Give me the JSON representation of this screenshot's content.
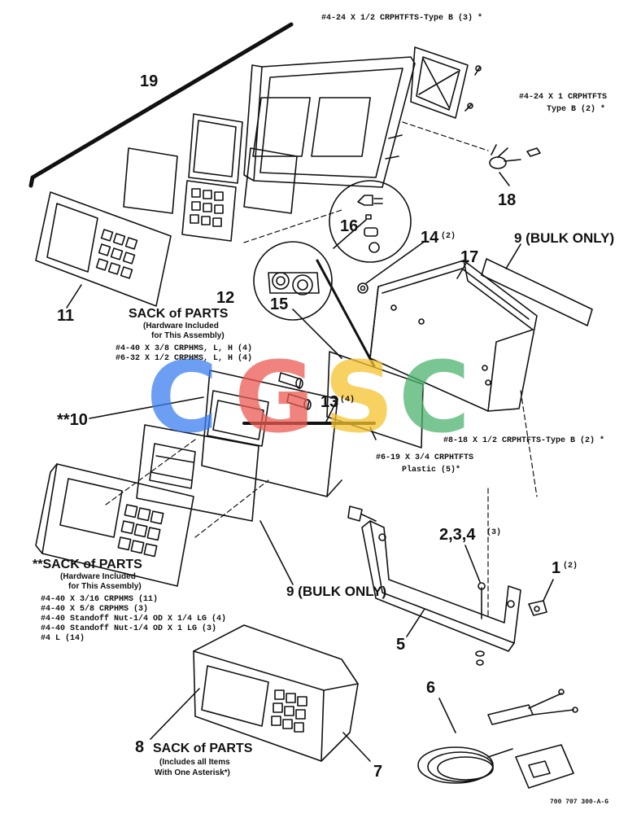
{
  "watermark": {
    "letters": [
      {
        "char": "C",
        "color": "#3b7ff0"
      },
      {
        "char": "G",
        "color": "#ec5a52"
      },
      {
        "char": "S",
        "color": "#f5c430"
      },
      {
        "char": "C",
        "color": "#4db36e"
      }
    ]
  },
  "labels": {
    "top_screw": "#4-24 X 1/2 CRPHTFTS-Type B (3) *",
    "right_screw_line1": "#4-24 X 1 CRPHTFTS",
    "right_screw_line2": "Type B (2) *",
    "p19": "19",
    "p18": "18",
    "p16": "16",
    "p15": "15",
    "p14": "14",
    "p14_qty": "(2)",
    "p9_top": "9 (BULK ONLY)",
    "p17": "17",
    "p12": "12",
    "p11": "11",
    "p13": "13",
    "p13_qty": "(4)",
    "p10": "**10",
    "screw_8_18": "#8-18 X 1/2 CRPHTFTS-Type B (2) *",
    "screw_6_19_line1": "#6-19 X 3/4 CRPHTFTS",
    "screw_6_19_line2": "Plastic (5)*",
    "p234": "2,3,4",
    "p234_qty": "(3)",
    "p1": "1",
    "p1_qty": "(2)",
    "p9_bottom": "9 (BULK ONLY)",
    "p5": "5",
    "p6": "6",
    "p7": "7",
    "p8": "8",
    "drawing_number": "700 707 300-A-G"
  },
  "sack1": {
    "title": "SACK of PARTS",
    "sub1": "(Hardware Included",
    "sub2": "for This Assembly)",
    "items": [
      "#4-40 X 3/8 CRPHMS, L, H (4)",
      "#6-32 X 1/2 CRPHMS, L, H (4)"
    ]
  },
  "sack2": {
    "title": "**SACK of PARTS",
    "sub1": "(Hardware Included",
    "sub2": "for This Assembly)",
    "items": [
      "#4-40 X 3/16 CRPHMS (11)",
      "#4-40 X 5/8 CRPHMS (3)",
      "#4-40 Standoff Nut-1/4 OD X 1/4 LG (4)",
      "#4-40 Standoff Nut-1/4 OD X 1 LG (3)",
      "#4 L (14)"
    ]
  },
  "sack3": {
    "title": "SACK of PARTS",
    "sub1": "(Includes all Items",
    "sub2": "With One Asterisk*)"
  }
}
